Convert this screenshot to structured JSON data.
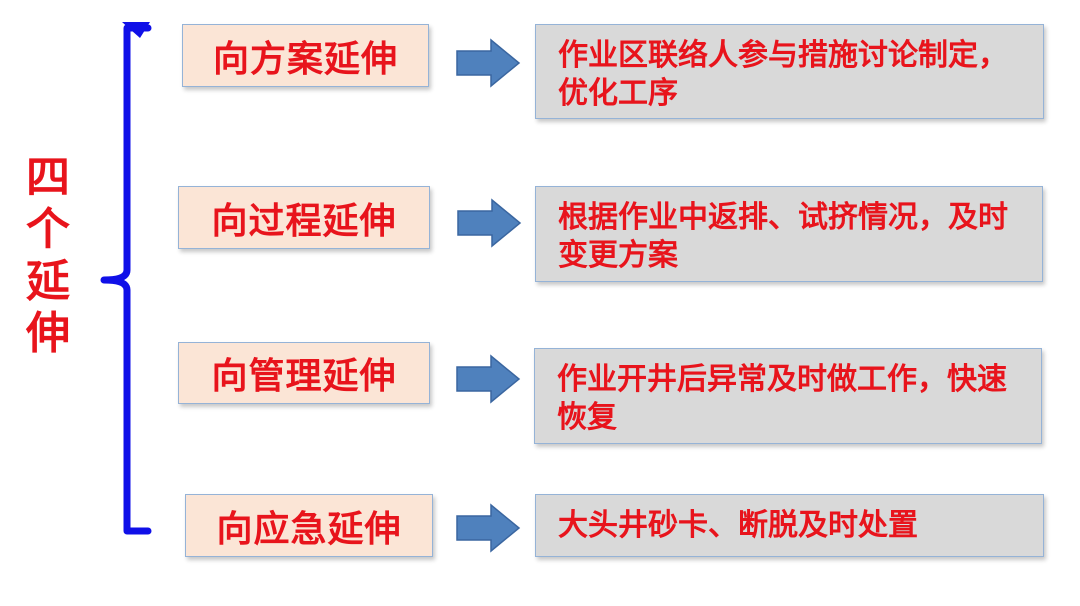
{
  "title": "四个延伸",
  "title_chars": [
    "四",
    "个",
    "延",
    "伸"
  ],
  "colors": {
    "text_red": "#e8141c",
    "bracket_blue": "#1010e8",
    "label_fill": "#fbe5d6",
    "desc_fill": "#d9d9d9",
    "box_border": "#95b3d7",
    "arrow_fill": "#4f81bd"
  },
  "items": [
    {
      "label": "向方案延伸",
      "description": "作业区联络人参与措施讨论制定，优化工序"
    },
    {
      "label": "向过程延伸",
      "description": "根据作业中返排、试挤情况，及时变更方案"
    },
    {
      "label": "向管理延伸",
      "description": "作业开井后异常及时做工作，快速恢复"
    },
    {
      "label": "向应急延伸",
      "description": "大头井砂卡、断脱及时处置"
    }
  ]
}
